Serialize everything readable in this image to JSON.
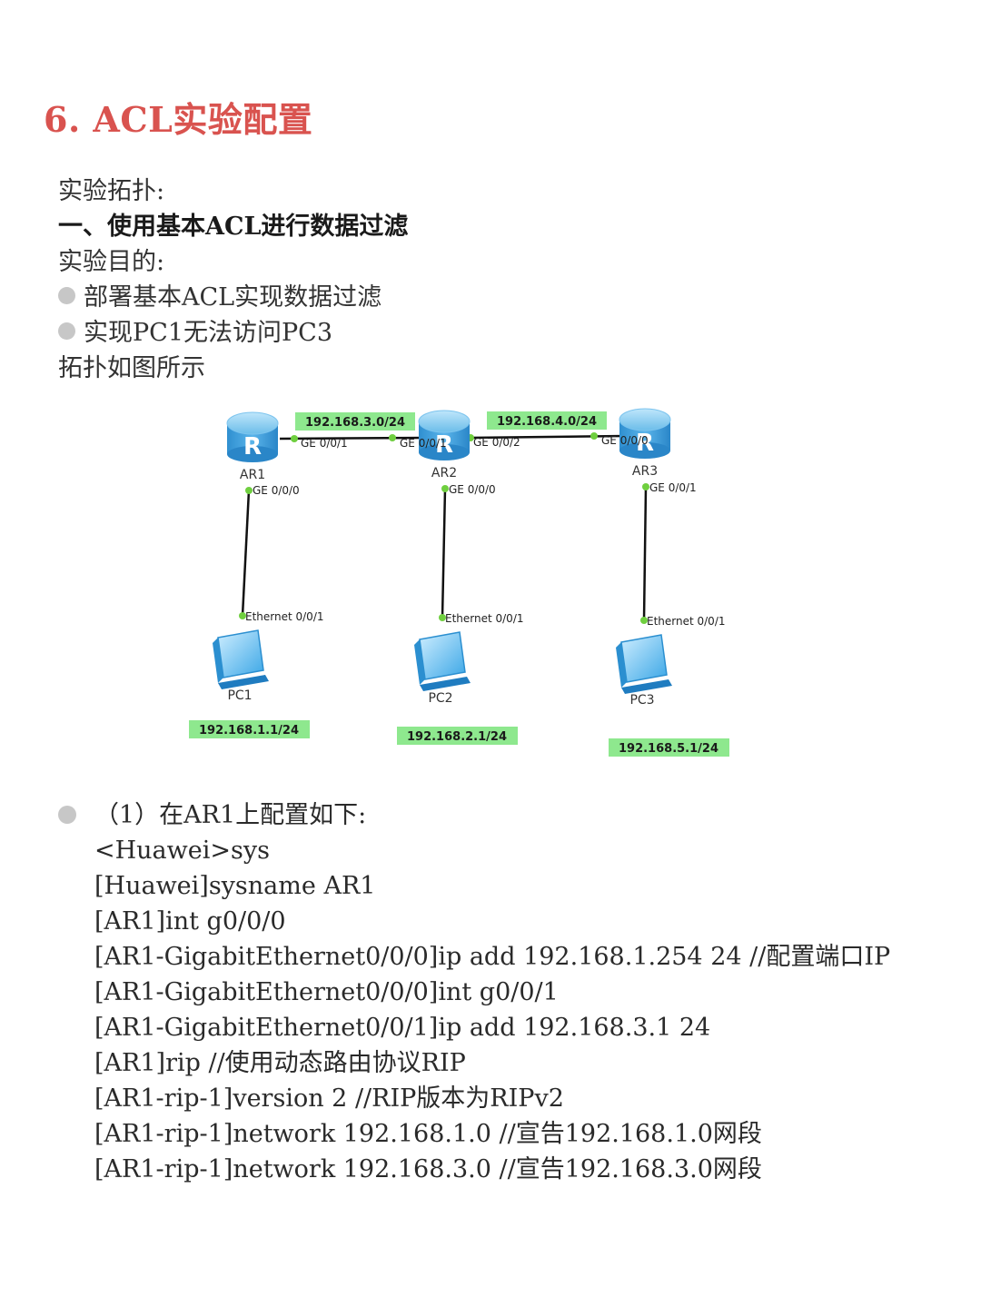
{
  "title": "6. ACL实验配置",
  "intro": {
    "topology_label": "实验拓扑:",
    "section_heading": "一、使用基本ACL进行数据过滤",
    "goal_label": "实验目的:",
    "goals": [
      "部署基本ACL实现数据过滤",
      "实现PC1无法访问PC3"
    ],
    "topology_note": "拓扑如图所示"
  },
  "topology": {
    "routers": [
      {
        "name": "AR1",
        "glyph": "R"
      },
      {
        "name": "AR2",
        "glyph": "R"
      },
      {
        "name": "AR3",
        "glyph": "R"
      }
    ],
    "pcs": [
      {
        "name": "PC1",
        "ip": "192.168.1.1/24"
      },
      {
        "name": "PC2",
        "ip": "192.168.2.1/24"
      },
      {
        "name": "PC3",
        "ip": "192.168.5.1/24"
      }
    ],
    "link_networks": [
      "192.168.3.0/24",
      "192.168.4.0/24"
    ],
    "ports": {
      "ar1_right": "GE 0/0/1",
      "ar2_left": "GE 0/0/1",
      "ar2_right": "GE 0/0/2",
      "ar3_left": "GE 0/0/0",
      "ar1_down": "GE 0/0/0",
      "ar2_down": "GE 0/0/0",
      "ar3_down": "GE 0/0/1",
      "pc1_up": "Ethernet 0/0/1",
      "pc2_up": "Ethernet 0/0/1",
      "pc3_up": "Ethernet 0/0/1"
    },
    "colors": {
      "ip_label_bg": "#8ee88e",
      "port_dot": "#6fcf3f",
      "router_blue": "#4aa8e0",
      "link": "#111111"
    }
  },
  "step1": {
    "heading": "（1）在AR1上配置如下:",
    "commands": [
      "<Huawei>sys",
      "[Huawei]sysname AR1",
      "[AR1]int g0/0/0",
      "[AR1-GigabitEthernet0/0/0]ip add 192.168.1.254 24  //配置端口IP",
      "[AR1-GigabitEthernet0/0/0]int g0/0/1",
      "[AR1-GigabitEthernet0/0/1]ip add 192.168.3.1 24",
      "[AR1]rip    //使用动态路由协议RIP",
      "[AR1-rip-1]version 2   //RIP版本为RIPv2",
      "[AR1-rip-1]network 192.168.1.0  //宣告192.168.1.0网段",
      "[AR1-rip-1]network 192.168.3.0  //宣告192.168.3.0网段"
    ]
  }
}
